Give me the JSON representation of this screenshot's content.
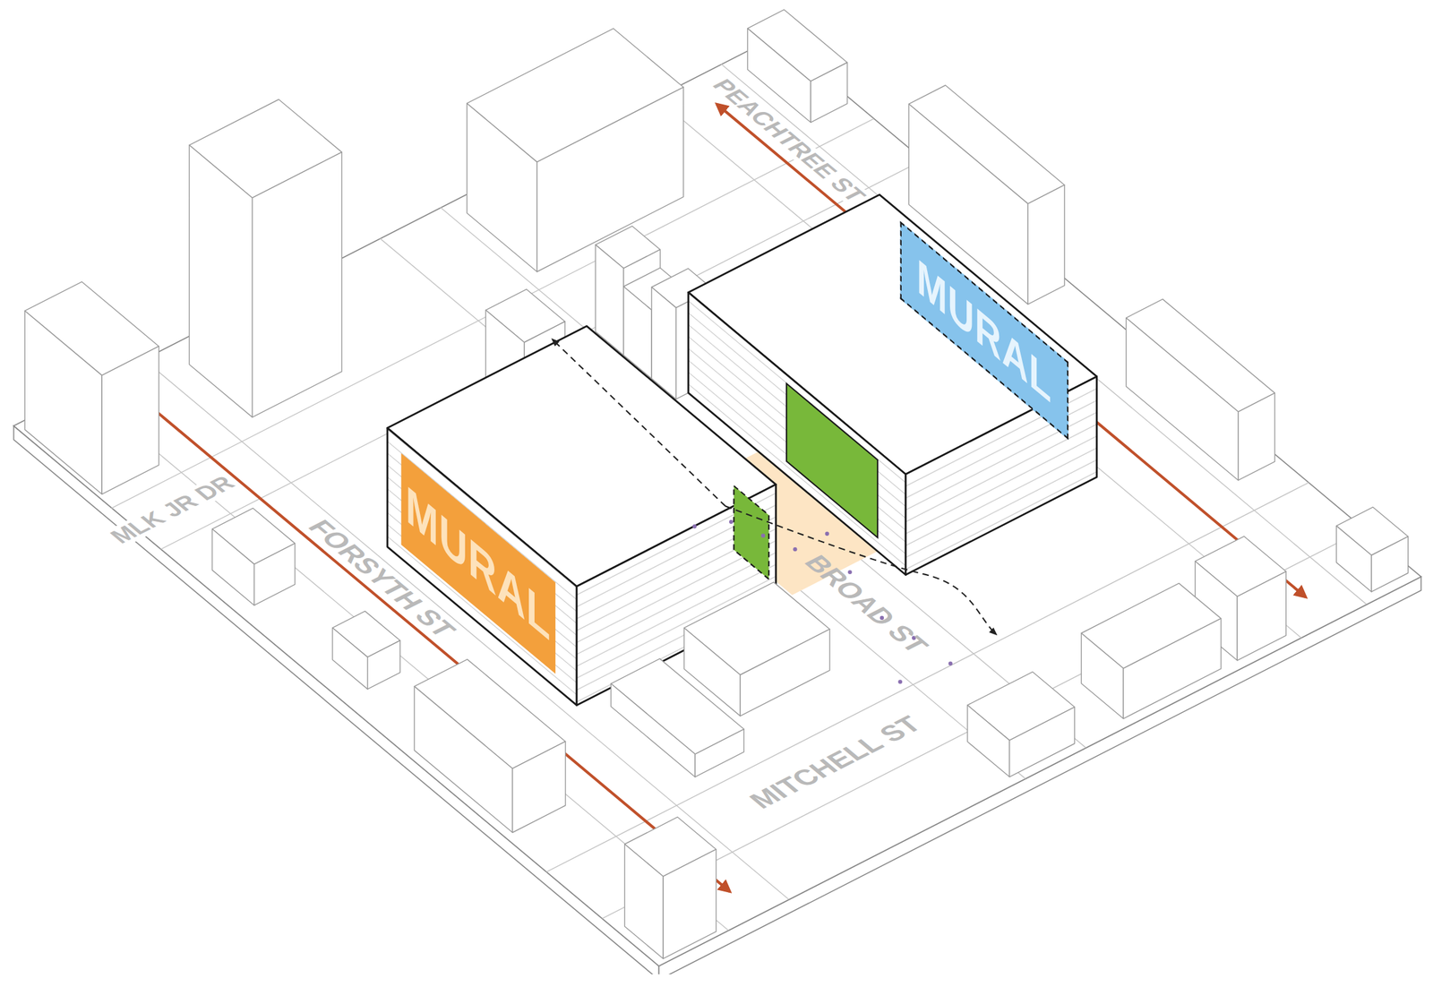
{
  "diagram": {
    "nodes": [
      {
        "text": [
          "MURAL"
        ]
      },
      {
        "text": [
          "MURAL"
        ]
      }
    ],
    "labels": [
      "PEACHTREE ST",
      "MLK JR DR",
      "FORSYTH ST",
      "BROAD ST",
      "MITCHELL ST"
    ]
  }
}
